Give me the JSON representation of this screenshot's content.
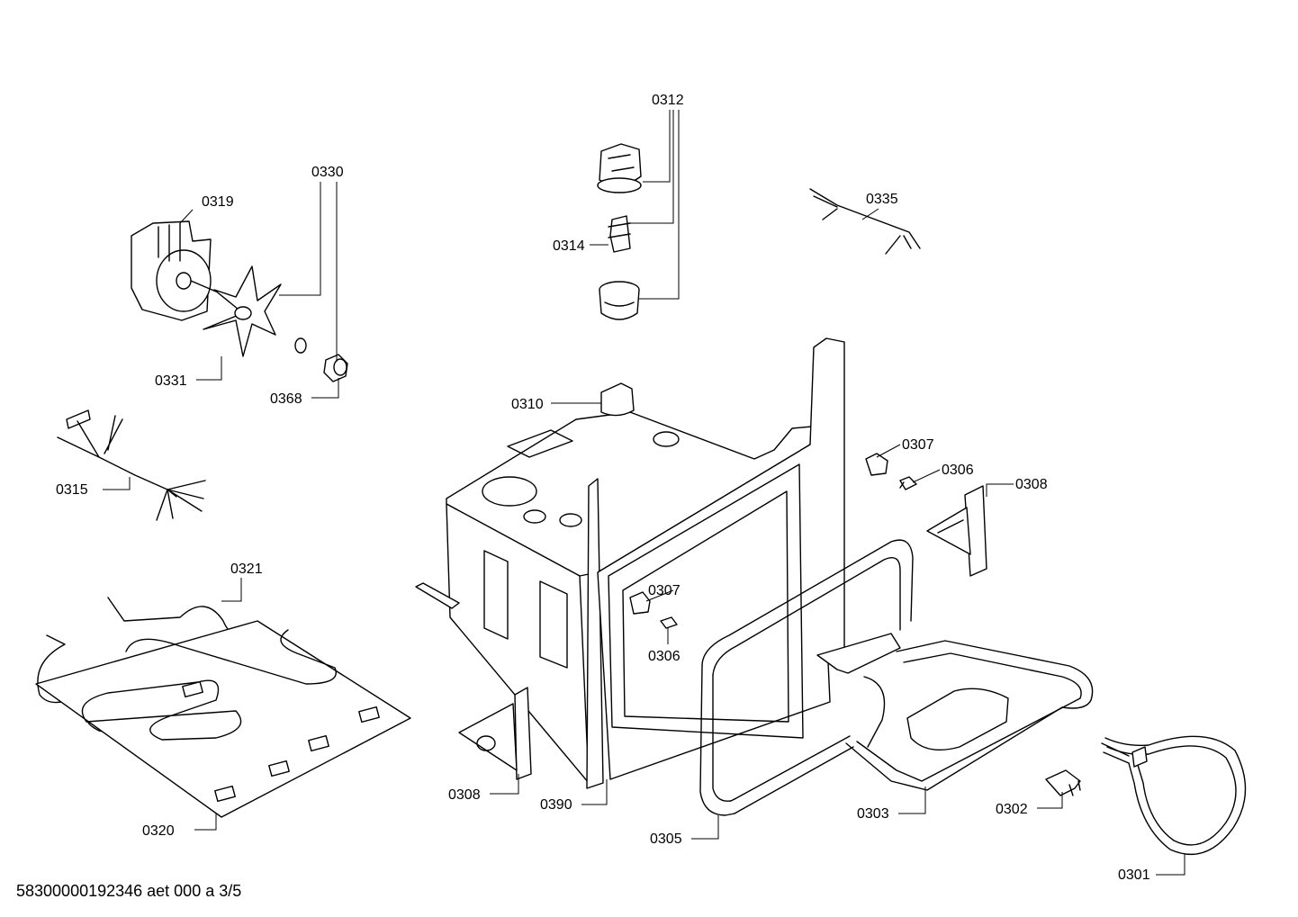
{
  "footer_text": "58300000192346 aet 000 a 3/5",
  "labels": {
    "p0301": "0301",
    "p0302": "0302",
    "p0303": "0303",
    "p0305": "0305",
    "p0306a": "0306",
    "p0306b": "0306",
    "p0307a": "0307",
    "p0307b": "0307",
    "p0308a": "0308",
    "p0308b": "0308",
    "p0310": "0310",
    "p0312": "0312",
    "p0314": "0314",
    "p0315": "0315",
    "p0319": "0319",
    "p0320": "0320",
    "p0321": "0321",
    "p0330": "0330",
    "p0331": "0331",
    "p0335": "0335",
    "p0368": "0368",
    "p0390": "0390"
  }
}
